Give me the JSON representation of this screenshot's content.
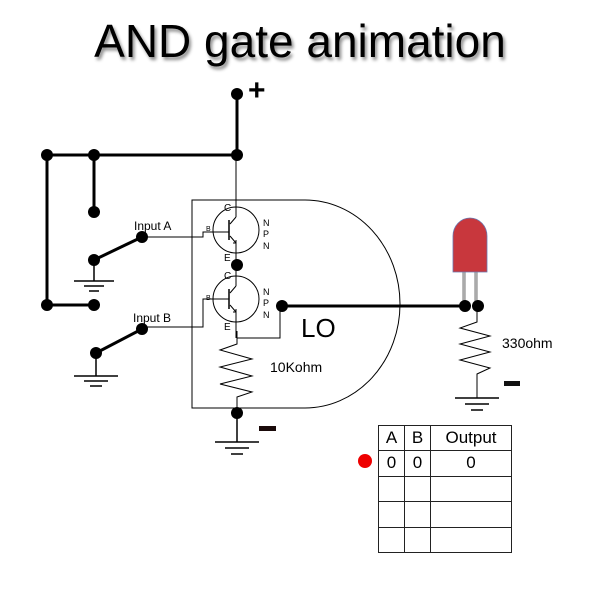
{
  "title": "AND gate animation",
  "supply": {
    "positive_symbol": "+",
    "negative_symbol": "—",
    "positive_color": "#ff0000"
  },
  "inputs": [
    {
      "label": "Input A",
      "state": 0
    },
    {
      "label": "Input B",
      "state": 0
    }
  ],
  "transistors": [
    {
      "type": "NPN",
      "letters": [
        "N",
        "P",
        "N"
      ],
      "pins": {
        "collector": "C",
        "base": "B",
        "emitter": "E"
      }
    },
    {
      "type": "NPN",
      "letters": [
        "N",
        "P",
        "N"
      ],
      "pins": {
        "collector": "C",
        "base": "B",
        "emitter": "E"
      }
    }
  ],
  "gate_output_state": "LO",
  "resistors": [
    {
      "label": "10Kohm"
    },
    {
      "label": "330ohm"
    }
  ],
  "led": {
    "color": "#c8373d",
    "lit": false
  },
  "truth_table": {
    "headers": [
      "A",
      "B",
      "Output"
    ],
    "rows": [
      [
        "0",
        "0",
        "0"
      ],
      [
        "",
        "",
        ""
      ],
      [
        "",
        "",
        ""
      ],
      [
        "",
        "",
        ""
      ]
    ],
    "active_row": 0,
    "indicator_color": "#ee0000"
  }
}
